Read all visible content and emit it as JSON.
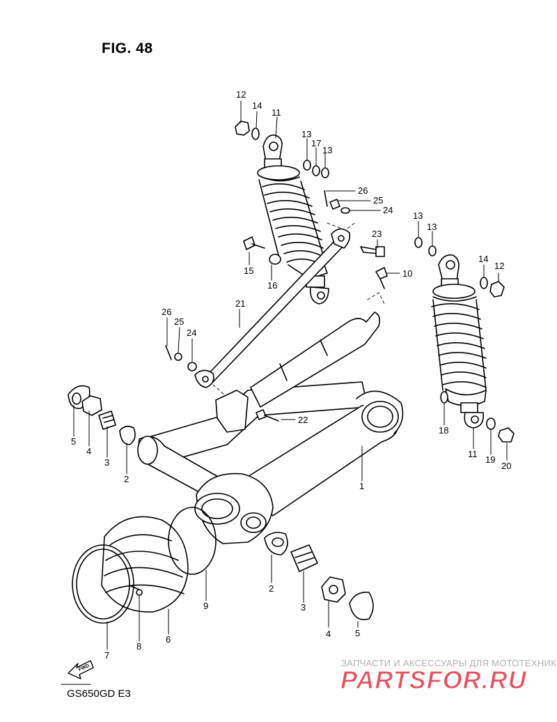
{
  "figure": {
    "title": "FIG. 48",
    "model_code": "GS650GD  E3",
    "fwd_label": "FWD"
  },
  "watermark": {
    "line1": "ЗАПЧАСТИ И АКСЕССУАРЫ ДЛЯ МОТОТЕХНИКИ",
    "brand": "PARTSFOR.RU",
    "color": "#e8505b"
  },
  "callouts": {
    "l12a": "12",
    "l14a": "14",
    "l11a": "11",
    "l13a": "13",
    "l17": "17",
    "l13b": "13",
    "l26a": "26",
    "l25a": "25",
    "l24a": "24",
    "l23": "23",
    "l10": "10",
    "l15": "15",
    "l16": "16",
    "l21": "21",
    "l26b": "26",
    "l25b": "25",
    "l24b": "24",
    "l13c": "13",
    "l13d": "13",
    "l14b": "14",
    "l12b": "12",
    "l5a": "5",
    "l4a": "4",
    "l3a": "3",
    "l2a": "2",
    "l22": "22",
    "l1": "1",
    "l18": "18",
    "l11b": "11",
    "l19": "19",
    "l20": "20",
    "l9": "9",
    "l2b": "2",
    "l3b": "3",
    "l4b": "4",
    "l5b": "5",
    "l8": "8",
    "l6": "6",
    "l7": "7"
  }
}
